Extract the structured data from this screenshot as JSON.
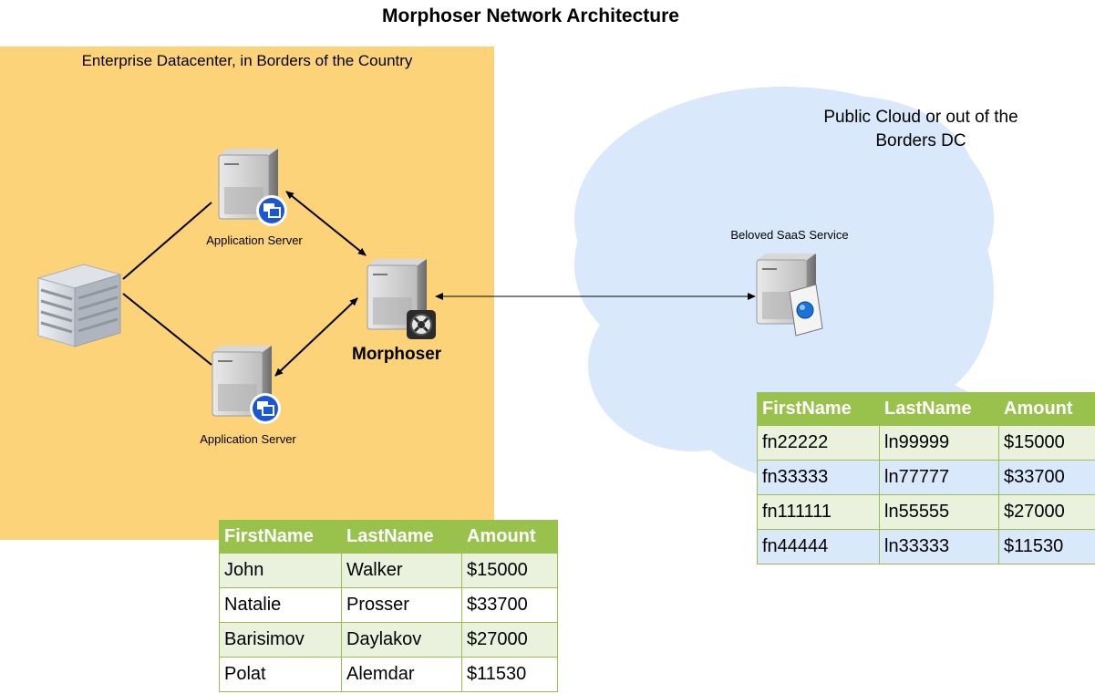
{
  "title": "Morphoser Network Architecture",
  "datacenter": {
    "label": "Enterprise Datacenter, in Borders of the Country"
  },
  "cloud": {
    "label_line1": "Public Cloud or out of the",
    "label_line2": "Borders DC"
  },
  "nodes": {
    "app_server_top": "Application Server",
    "app_server_bottom": "Application Server",
    "morphoser": "Morphoser",
    "saas": "Beloved SaaS Service"
  },
  "colors": {
    "datacenter_fill": "#fdd37a",
    "cloud_fill": "#dae8fc",
    "table_header": "#99c24d",
    "badge_blue": "#1a57d6"
  },
  "table_datacenter": {
    "headers": [
      "FirstName",
      "LastName",
      "Amount"
    ],
    "rows": [
      [
        "John",
        "Walker",
        "$15000"
      ],
      [
        "Natalie",
        "Prosser",
        "$33700"
      ],
      [
        "Barisimov",
        "Daylakov",
        "$27000"
      ],
      [
        "Polat",
        "Alemdar",
        "$11530"
      ]
    ]
  },
  "table_cloud": {
    "headers": [
      "FirstName",
      "LastName",
      "Amount"
    ],
    "rows": [
      [
        "fn22222",
        "ln99999",
        "$15000"
      ],
      [
        "fn33333",
        "ln77777",
        "$33700"
      ],
      [
        "fn111111",
        "ln55555",
        "$27000"
      ],
      [
        "fn44444",
        "ln33333",
        "$11530"
      ]
    ]
  }
}
